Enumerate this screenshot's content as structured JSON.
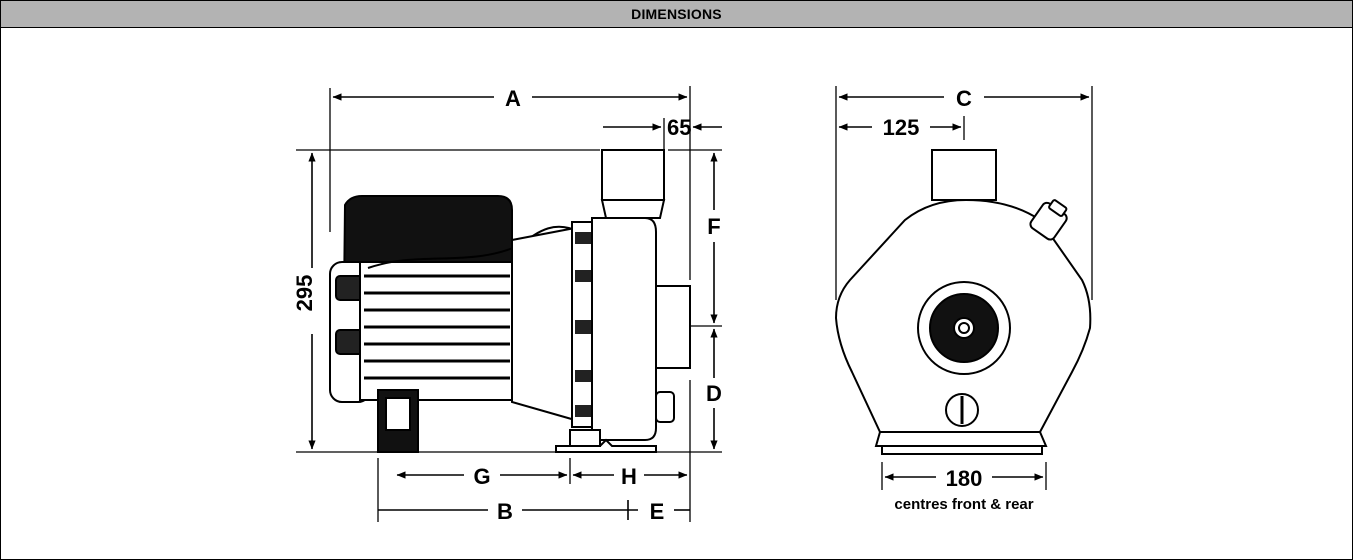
{
  "header": {
    "title": "DIMENSIONS"
  },
  "side_view": {
    "dim_a": "A",
    "dim_65": "65",
    "dim_295": "295",
    "dim_f": "F",
    "dim_d": "D",
    "dim_g": "G",
    "dim_h": "H",
    "dim_b": "B",
    "dim_e": "E"
  },
  "front_view": {
    "dim_c": "C",
    "dim_125": "125",
    "dim_180": "180",
    "note": "centres front & rear"
  }
}
